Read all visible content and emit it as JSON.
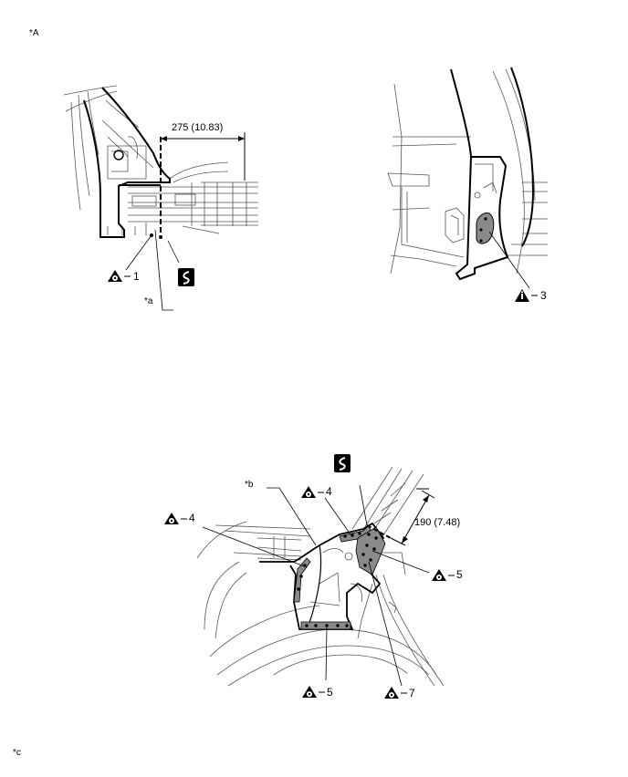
{
  "figure_label": "*A",
  "footer_label": "*c",
  "top_left_view": {
    "dimension": "275 (10.83)",
    "callout_number": "1",
    "note_label": "*a",
    "symbol_icon": "cut-line-icon",
    "weld_icon": "spot-weld-icon"
  },
  "top_right_view": {
    "callout_number": "3",
    "weld_icon": "plug-weld-icon"
  },
  "bottom_view": {
    "note_label": "*b",
    "dimension": "190 (7.48)",
    "callouts": [
      {
        "number": "4",
        "icon": "spot-weld-icon"
      },
      {
        "number": "4",
        "icon": "spot-weld-icon"
      },
      {
        "number": "5",
        "icon": "spot-weld-icon"
      },
      {
        "number": "5",
        "icon": "spot-weld-icon"
      },
      {
        "number": "7",
        "icon": "spot-weld-icon"
      }
    ],
    "symbol_icon": "cut-line-icon"
  },
  "colors": {
    "line": "#000000",
    "thin_line": "#555555",
    "weld_fill": "#8a8a8a"
  }
}
